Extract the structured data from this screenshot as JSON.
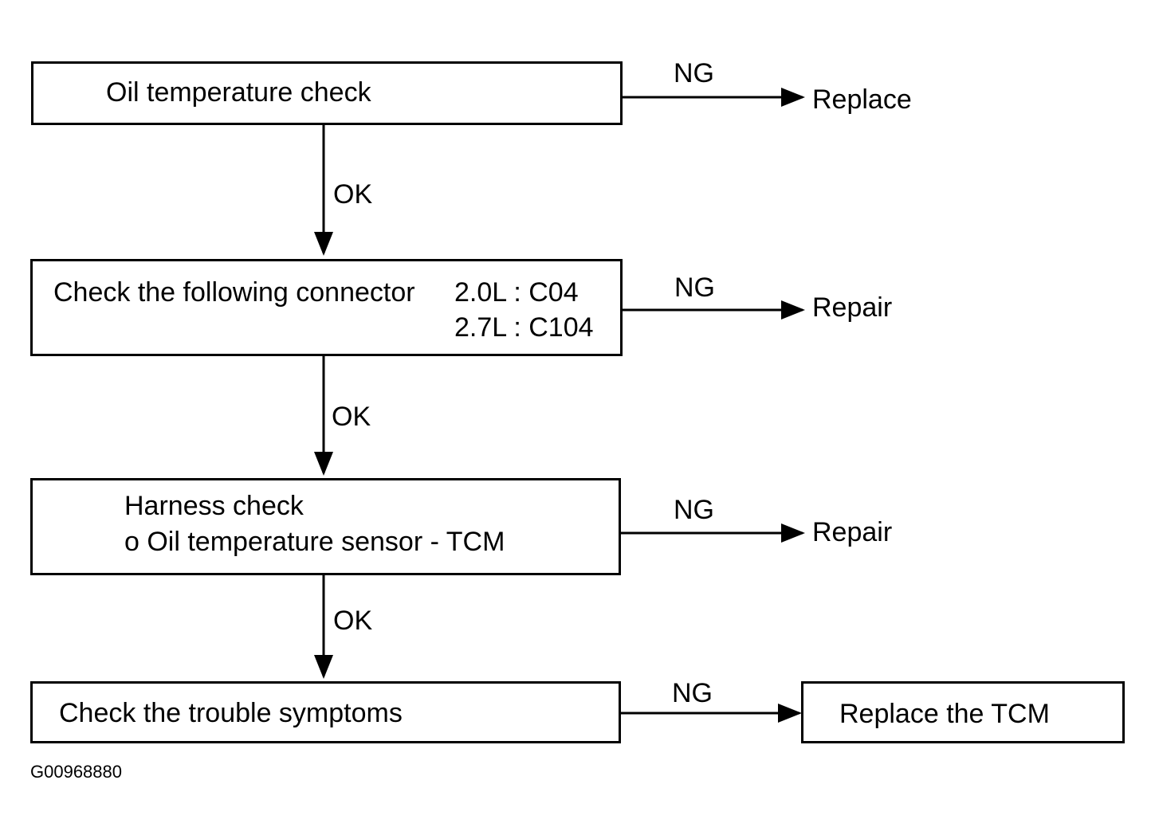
{
  "steps": [
    {
      "lines": [
        "Oil temperature check"
      ]
    },
    {
      "lines": [
        "Check the following connector",
        "2.0L : C04",
        "2.7L : C104"
      ]
    },
    {
      "lines": [
        "Harness check",
        "o Oil temperature sensor - TCM"
      ]
    },
    {
      "lines": [
        "Check the trouble symptoms"
      ]
    }
  ],
  "ok_label": "OK",
  "ng_label": "NG",
  "outcomes": [
    "Replace",
    "Repair",
    "Repair",
    "Replace the TCM"
  ],
  "figure_id": "G00968880"
}
